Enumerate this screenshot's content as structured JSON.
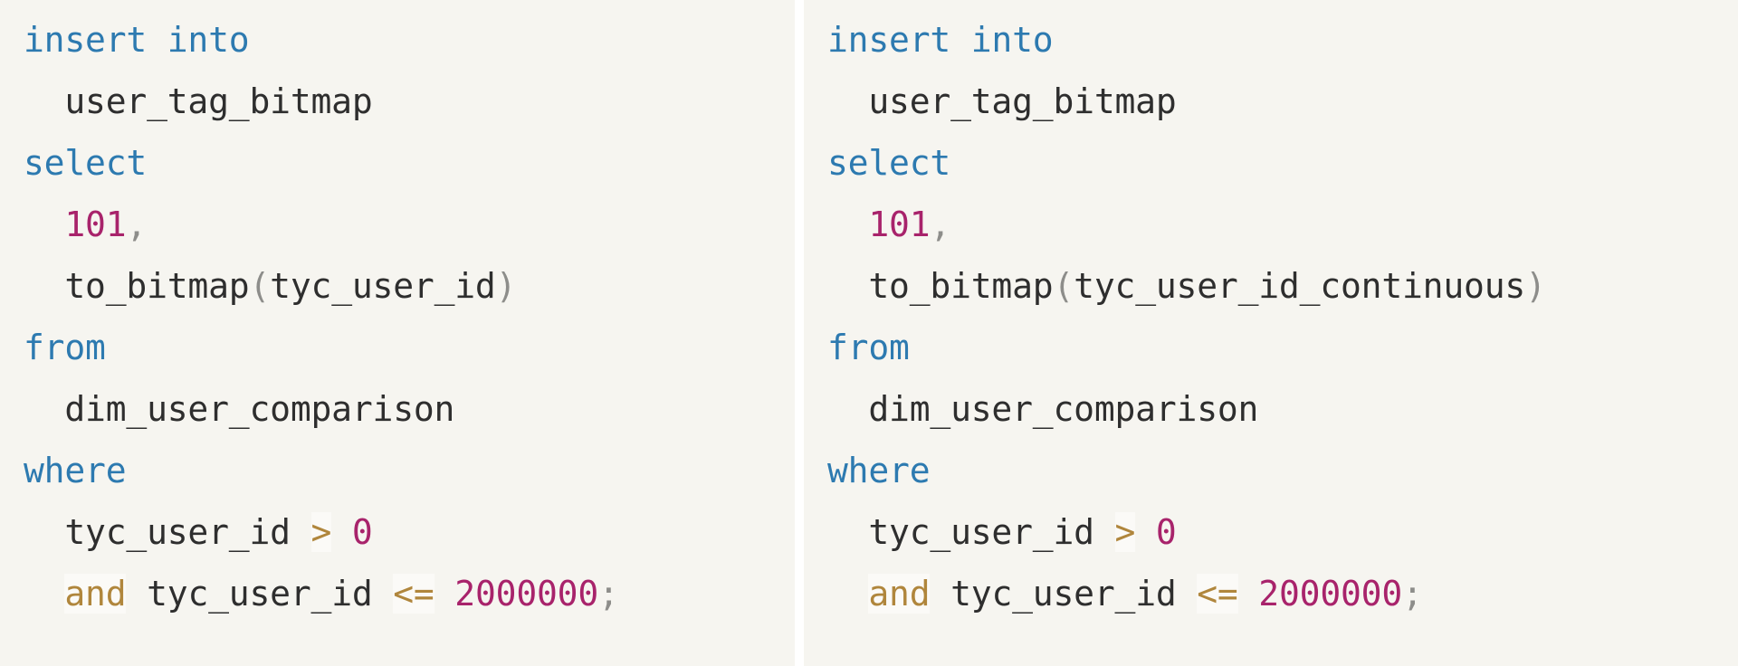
{
  "background": {
    "page": "#ffffff",
    "panel": "#f6f5f0",
    "divider": "#ffffff"
  },
  "theme": {
    "keyword_color": "#2d7ab0",
    "identifier_color": "#2e2e2e",
    "number_color": "#a8236b",
    "operator_color": "#b0863c",
    "punctuation_color": "#8d8d8a",
    "operator_highlight_bg": "#fbfaf7"
  },
  "panels": [
    {
      "name": "left-sql-snippet",
      "language": "sql",
      "full_text": "insert into\n  user_tag_bitmap\nselect\n  101,\n  to_bitmap(tyc_user_id)\nfrom\n  dim_user_comparison\nwhere\n  tyc_user_id > 0\n  and tyc_user_id <= 2000000;",
      "lines": [
        {
          "indent": 0,
          "tokens": [
            {
              "t": "insert into",
              "k": "kw"
            }
          ]
        },
        {
          "indent": 1,
          "tokens": [
            {
              "t": "user_tag_bitmap",
              "k": "id"
            }
          ]
        },
        {
          "indent": 0,
          "tokens": [
            {
              "t": "select",
              "k": "kw"
            }
          ]
        },
        {
          "indent": 1,
          "tokens": [
            {
              "t": "101",
              "k": "num"
            },
            {
              "t": ",",
              "k": "punc"
            }
          ]
        },
        {
          "indent": 1,
          "tokens": [
            {
              "t": "to_bitmap",
              "k": "id"
            },
            {
              "t": "(",
              "k": "punc"
            },
            {
              "t": "tyc_user_id",
              "k": "id"
            },
            {
              "t": ")",
              "k": "punc"
            }
          ]
        },
        {
          "indent": 0,
          "tokens": [
            {
              "t": "from",
              "k": "kw"
            }
          ]
        },
        {
          "indent": 1,
          "tokens": [
            {
              "t": "dim_user_comparison",
              "k": "id"
            }
          ]
        },
        {
          "indent": 0,
          "tokens": [
            {
              "t": "where",
              "k": "kw"
            }
          ]
        },
        {
          "indent": 1,
          "tokens": [
            {
              "t": "tyc_user_id",
              "k": "id"
            },
            {
              "t": " ",
              "k": "ws"
            },
            {
              "t": ">",
              "k": "op"
            },
            {
              "t": " ",
              "k": "ws"
            },
            {
              "t": "0",
              "k": "num"
            }
          ]
        },
        {
          "indent": 1,
          "tokens": [
            {
              "t": "and",
              "k": "opkw"
            },
            {
              "t": " ",
              "k": "ws"
            },
            {
              "t": "tyc_user_id",
              "k": "id"
            },
            {
              "t": " ",
              "k": "ws"
            },
            {
              "t": "<=",
              "k": "op"
            },
            {
              "t": " ",
              "k": "ws"
            },
            {
              "t": "2000000",
              "k": "num"
            },
            {
              "t": ";",
              "k": "punc"
            }
          ]
        }
      ]
    },
    {
      "name": "right-sql-snippet",
      "language": "sql",
      "full_text": "insert into\n  user_tag_bitmap\nselect\n  101,\n  to_bitmap(tyc_user_id_continuous)\nfrom\n  dim_user_comparison\nwhere\n  tyc_user_id > 0\n  and tyc_user_id <= 2000000;",
      "lines": [
        {
          "indent": 0,
          "tokens": [
            {
              "t": "insert into",
              "k": "kw"
            }
          ]
        },
        {
          "indent": 1,
          "tokens": [
            {
              "t": "user_tag_bitmap",
              "k": "id"
            }
          ]
        },
        {
          "indent": 0,
          "tokens": [
            {
              "t": "select",
              "k": "kw"
            }
          ]
        },
        {
          "indent": 1,
          "tokens": [
            {
              "t": "101",
              "k": "num"
            },
            {
              "t": ",",
              "k": "punc"
            }
          ]
        },
        {
          "indent": 1,
          "tokens": [
            {
              "t": "to_bitmap",
              "k": "id"
            },
            {
              "t": "(",
              "k": "punc"
            },
            {
              "t": "tyc_user_id_continuous",
              "k": "id"
            },
            {
              "t": ")",
              "k": "punc"
            }
          ]
        },
        {
          "indent": 0,
          "tokens": [
            {
              "t": "from",
              "k": "kw"
            }
          ]
        },
        {
          "indent": 1,
          "tokens": [
            {
              "t": "dim_user_comparison",
              "k": "id"
            }
          ]
        },
        {
          "indent": 0,
          "tokens": [
            {
              "t": "where",
              "k": "kw"
            }
          ]
        },
        {
          "indent": 1,
          "tokens": [
            {
              "t": "tyc_user_id",
              "k": "id"
            },
            {
              "t": " ",
              "k": "ws"
            },
            {
              "t": ">",
              "k": "op"
            },
            {
              "t": " ",
              "k": "ws"
            },
            {
              "t": "0",
              "k": "num"
            }
          ]
        },
        {
          "indent": 1,
          "tokens": [
            {
              "t": "and",
              "k": "opkw"
            },
            {
              "t": " ",
              "k": "ws"
            },
            {
              "t": "tyc_user_id",
              "k": "id"
            },
            {
              "t": " ",
              "k": "ws"
            },
            {
              "t": "<=",
              "k": "op"
            },
            {
              "t": " ",
              "k": "ws"
            },
            {
              "t": "2000000",
              "k": "num"
            },
            {
              "t": ";",
              "k": "punc"
            }
          ]
        }
      ]
    }
  ]
}
